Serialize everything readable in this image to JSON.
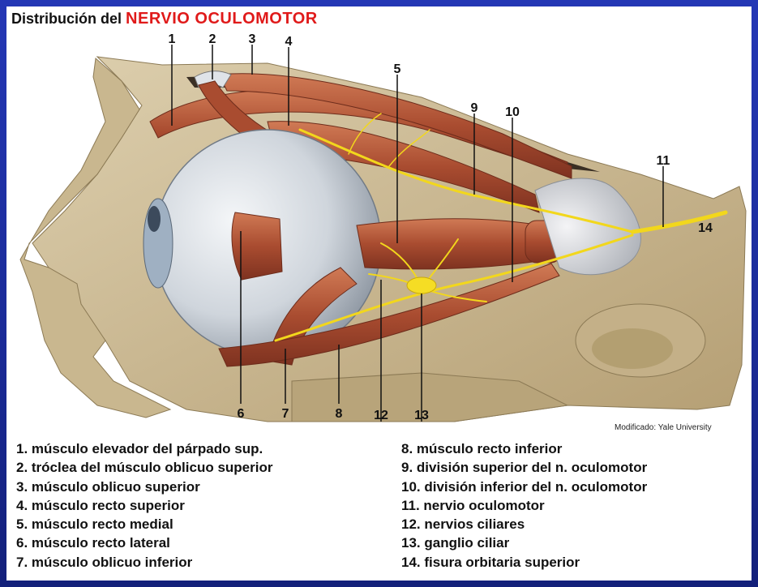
{
  "title": {
    "prefix": "Distribución del",
    "highlight": "NERVIO OCULOMOTOR"
  },
  "credit": "Modificado: Yale University",
  "callouts": [
    "1",
    "2",
    "3",
    "4",
    "5",
    "9",
    "10",
    "11",
    "14",
    "6",
    "7",
    "8",
    "12",
    "13"
  ],
  "legend_left": [
    "1. músculo elevador del párpado sup.",
    "2. tróclea del músculo oblicuo superior",
    "3. músculo oblicuo superior",
    "4. músculo recto superior",
    "5. músculo recto medial",
    "6. músculo recto lateral",
    "7. músculo oblicuo inferior"
  ],
  "legend_right": [
    "8.   músculo recto inferior",
    "9.   división superior del n. oculomotor",
    "10. división inferior del n. oculomotor",
    "11. nervio oculomotor",
    "12. nervios ciliares",
    "13. ganglio ciliar",
    "14. fisura orbitaria superior"
  ],
  "colors": {
    "frame": "#1a2a96",
    "title_highlight": "#e01a1a",
    "bone": "#c8b58f",
    "muscle": "#b55a3a",
    "nerve": "#f2d71c",
    "eyeball": "#d9dde2"
  }
}
